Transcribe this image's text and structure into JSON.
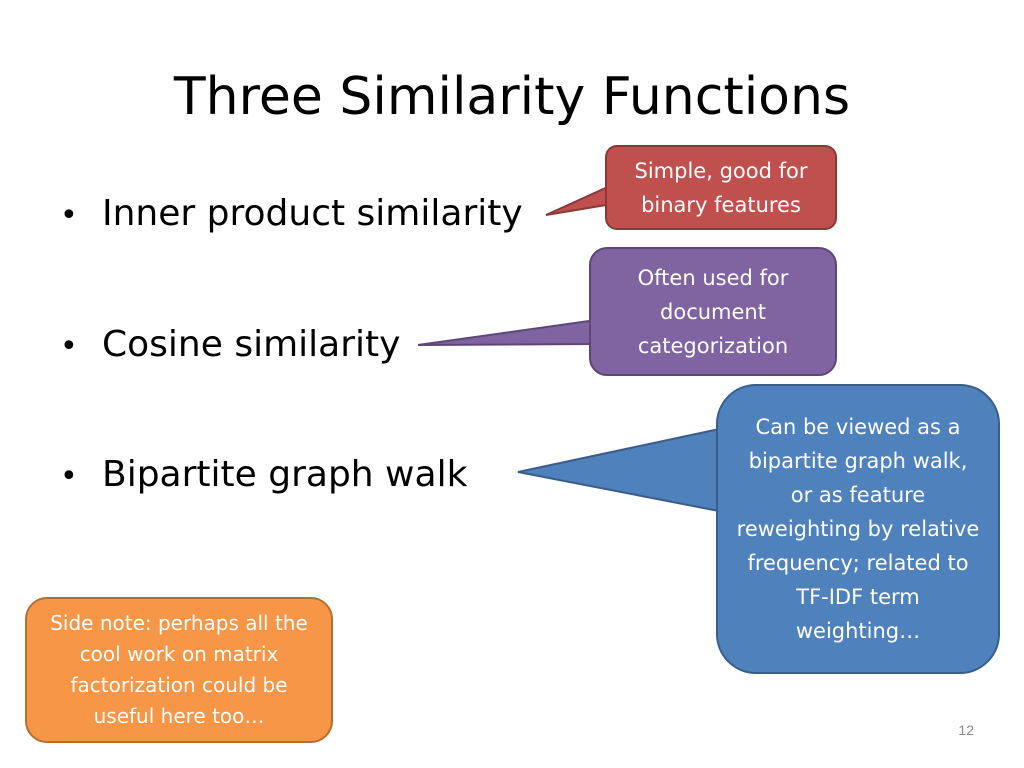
{
  "slide": {
    "title": "Three Similarity Functions",
    "bullets": [
      {
        "marker": "•",
        "text": "Inner product similarity"
      },
      {
        "marker": "•",
        "text": "Cosine similarity"
      },
      {
        "marker": "•",
        "text": "Bipartite graph walk"
      }
    ],
    "callouts": {
      "inner_product": "Simple, good for binary features",
      "cosine": "Often used for document categorization",
      "bipartite": "Can be viewed as a bipartite graph walk, or as feature reweighting by relative frequency; related to TF-IDF term weighting…",
      "side_note": "Side note: perhaps all the cool work on matrix factorization could be useful here too…"
    },
    "page_number": "12",
    "colors": {
      "red_callout": "#c0504d",
      "purple_callout": "#8064a2",
      "blue_callout": "#4f81bd",
      "orange_callout": "#f79646"
    }
  }
}
